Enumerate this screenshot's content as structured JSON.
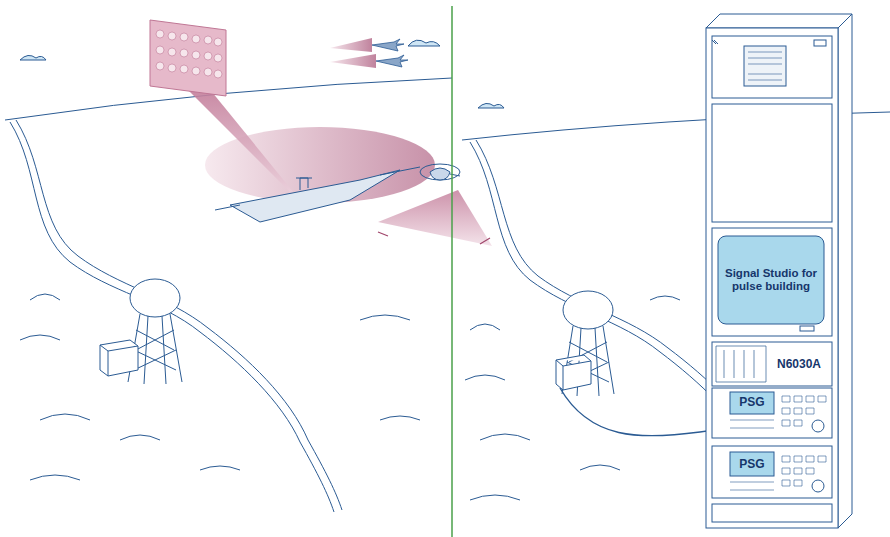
{
  "diagram": {
    "nodes": [
      {
        "text": [
          "Signal Studio for pulse building"
        ]
      },
      {
        "text": [
          "N6030A"
        ]
      },
      {
        "text": [
          "PSG"
        ]
      },
      {
        "text": [
          "PSG"
        ]
      }
    ]
  }
}
